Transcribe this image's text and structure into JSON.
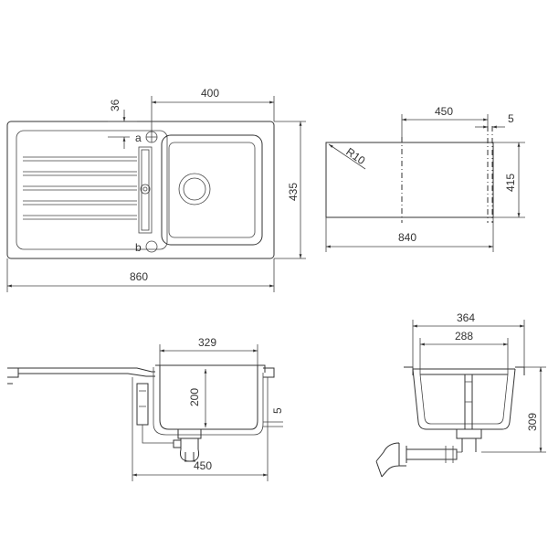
{
  "colors": {
    "line": "#333333",
    "background": "#ffffff"
  },
  "top_view": {
    "dim_width": "860",
    "dim_height": "435",
    "dim_bowl_width": "400",
    "dim_edge_offset": "36",
    "label_a": "a",
    "label_b": "b"
  },
  "side_view": {
    "dim_bowl_span": "450",
    "dim_gap": "5",
    "dim_depth": "415",
    "dim_length": "840",
    "dim_radius": "R10"
  },
  "front_section": {
    "dim_bowl_inner": "329",
    "dim_depth": "200",
    "dim_rim": "5",
    "dim_cabinet": "450"
  },
  "end_section": {
    "dim_outer": "364",
    "dim_inner": "288",
    "dim_height": "309"
  }
}
